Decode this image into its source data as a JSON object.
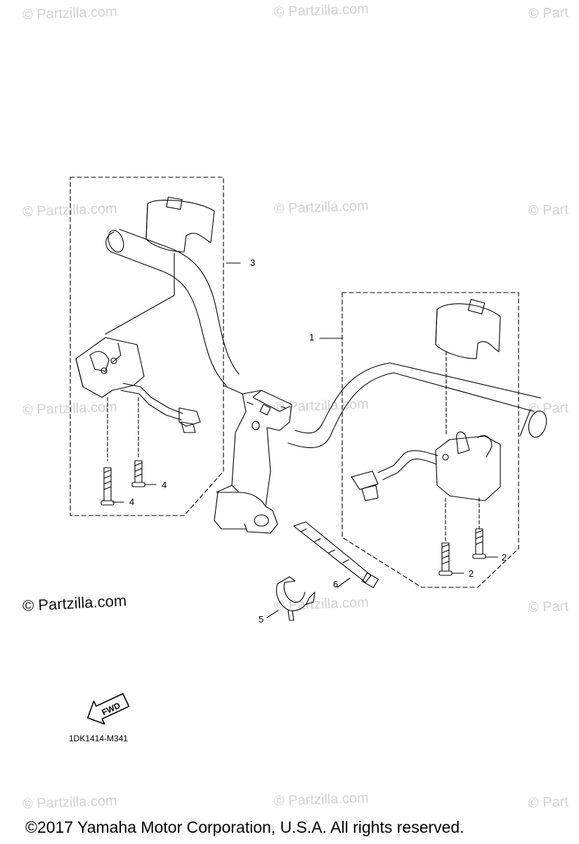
{
  "watermark": "© Partzilla.com",
  "watermark_partial": "© Part",
  "brand_watermark": "© Partzilla.com",
  "diagram_code": "1DK1414-M341",
  "copyright": "©2017 Yamaha Motor Corporation, U.S.A. All rights reserved.",
  "fwd_label": "FWD",
  "callouts": [
    "1",
    "2",
    "2",
    "3",
    "4",
    "4",
    "5",
    "6"
  ]
}
